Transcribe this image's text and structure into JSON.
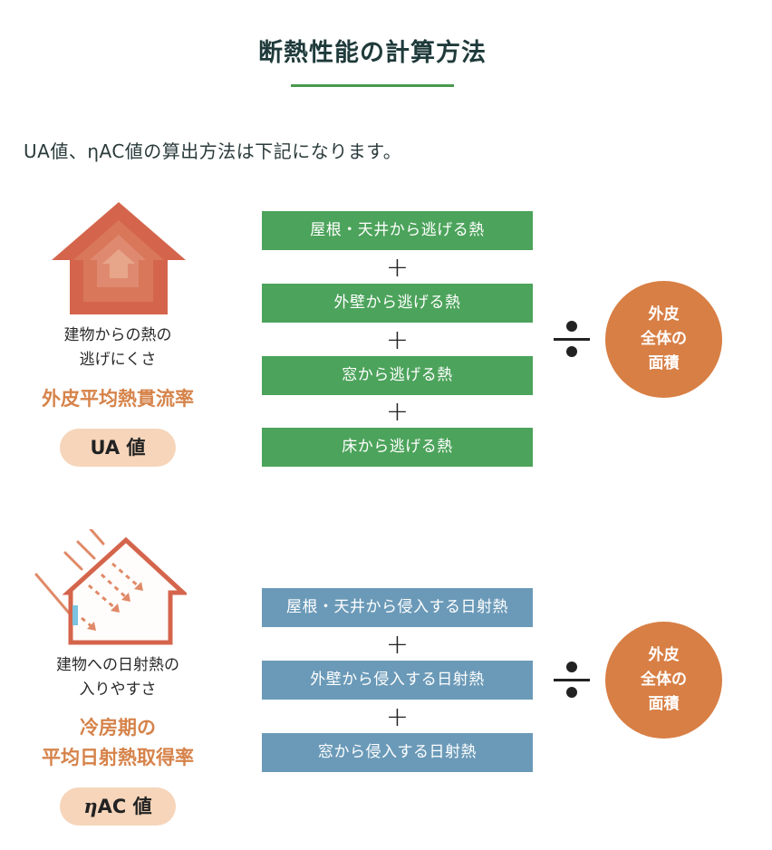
{
  "header": {
    "title": "断熱性能の計算方法",
    "accent_color": "#4a9a4e"
  },
  "intro": "UA値、ηAC値の算出方法は下記になります。",
  "sections": [
    {
      "id": "ua",
      "icon": "house-heat-loss-icon",
      "description_lines": [
        "建物からの熱の",
        "逃げにくさ"
      ],
      "metric_name_lines": [
        "外皮平均熱貫流率"
      ],
      "badge": "UA 値",
      "box_color": "#4ca35b",
      "operator": "+",
      "terms": [
        "屋根・天井から逃げる熱",
        "外壁から逃げる熱",
        "窓から逃げる熱",
        "床から逃げる熱"
      ],
      "divide_symbol": "÷",
      "divisor_lines": [
        "外皮",
        "全体の",
        "面積"
      ]
    },
    {
      "id": "eta-ac",
      "icon": "house-solar-gain-icon",
      "description_lines": [
        "建物への日射熱の",
        "入りやすさ"
      ],
      "metric_name_lines": [
        "冷房期の",
        "平均日射熱取得率"
      ],
      "badge_eta": "η",
      "badge": "AC 値",
      "box_color": "#6b9ab8",
      "operator": "+",
      "terms": [
        "屋根・天井から侵入する日射熱",
        "外壁から侵入する日射熱",
        "窓から侵入する日射熱"
      ],
      "divide_symbol": "÷",
      "divisor_lines": [
        "外皮",
        "全体の",
        "面積"
      ]
    }
  ],
  "colors": {
    "heading": "#1f3a3a",
    "metric_orange": "#d6834a",
    "pill_bg": "#f6d5ba",
    "circle_orange": "#d87f45",
    "house_red": "#d4654c",
    "window_blue": "#7cc3e0"
  }
}
